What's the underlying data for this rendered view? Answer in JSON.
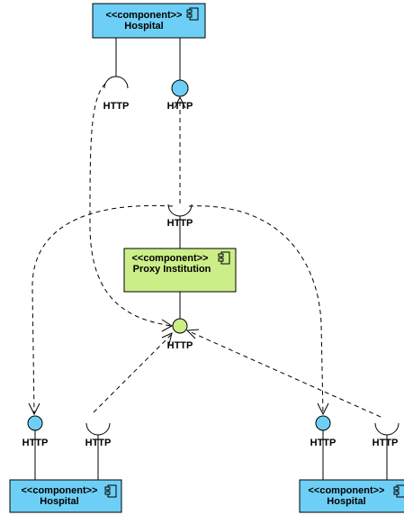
{
  "diagram": {
    "components": {
      "hospital_top": {
        "stereotype": "<<component>>",
        "name": "Hospital"
      },
      "proxy": {
        "stereotype": "<<component>>",
        "name": "Proxy Institution"
      },
      "hospital_left": {
        "stereotype": "<<component>>",
        "name": "Hospital"
      },
      "hospital_right": {
        "stereotype": "<<component>>",
        "name": "Hospital"
      }
    },
    "ports": {
      "top_required": "HTTP",
      "top_provided": "HTTP",
      "proxy_required": "HTTP",
      "proxy_provided": "HTTP",
      "left_provided": "HTTP",
      "left_required": "HTTP",
      "right_provided": "HTTP",
      "right_required": "HTTP"
    },
    "colors": {
      "hospital": "#6ECFF6",
      "proxy": "#CCEE88"
    }
  }
}
